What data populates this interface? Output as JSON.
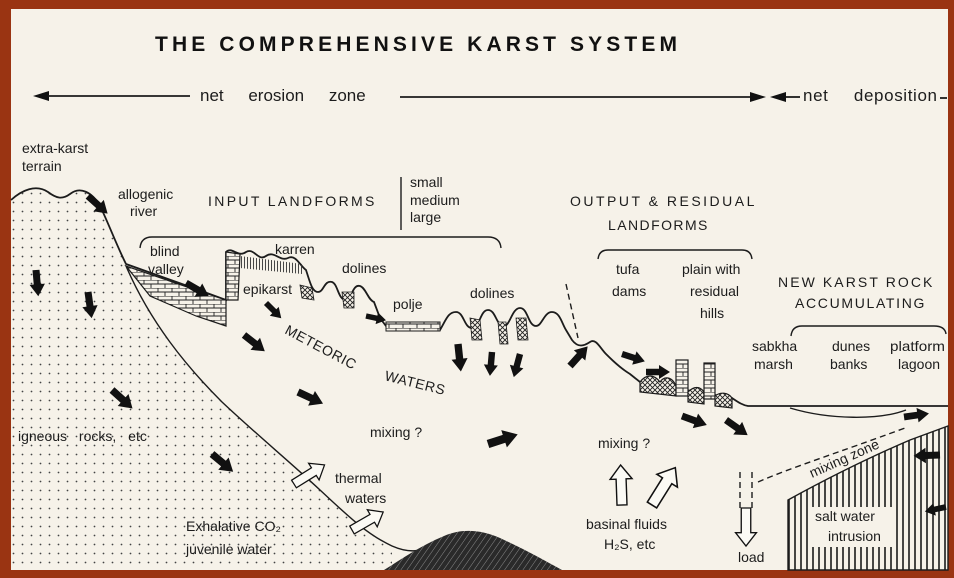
{
  "title": "THE COMPREHENSIVE KARST SYSTEM",
  "zones": {
    "erosion": "net erosion zone",
    "deposition": "net deposition"
  },
  "labels": {
    "extra_karst": [
      "extra-karst",
      "terrain"
    ],
    "allogenic_river": [
      "allogenic",
      "river"
    ],
    "input_landforms": "INPUT LANDFORMS",
    "sizes": [
      "small",
      "medium",
      "large"
    ],
    "blind_valley": [
      "blind",
      "valley"
    ],
    "karren": "karren",
    "dolines_upper": "dolines",
    "epikarst": "epikarst",
    "polje": "polje",
    "dolines_lower": "dolines",
    "meteoric_waters": [
      "METEORIC",
      "WATERS"
    ],
    "mixing_center": "mixing ?",
    "igneous_rocks": "igneous rocks, etc",
    "thermal_waters": [
      "thermal",
      "waters"
    ],
    "exhalative": "Exhalative CO₂",
    "juvenile": "juvenile water",
    "output_landforms": [
      "OUTPUT & RESIDUAL",
      "LANDFORMS"
    ],
    "tufa_dams": [
      "tufa",
      "dams"
    ],
    "plain": [
      "plain with",
      "residual",
      "hills"
    ],
    "new_karst": [
      "NEW KARST ROCK",
      "ACCUMULATING"
    ],
    "sabkha": [
      "sabkha",
      "marsh"
    ],
    "dunes": [
      "dunes",
      "banks"
    ],
    "platform": [
      "platform",
      "lagoon"
    ],
    "mixing_basinal": "mixing ?",
    "basinal": [
      "basinal fluids",
      "H₂S, etc"
    ],
    "load": "load",
    "mixing_zone": "mixing zone",
    "salt_water": [
      "salt water",
      "intrusion"
    ]
  },
  "colors": {
    "border": "#9a3412",
    "paper": "#f6f2e9",
    "ink": "#1c1c1c"
  }
}
